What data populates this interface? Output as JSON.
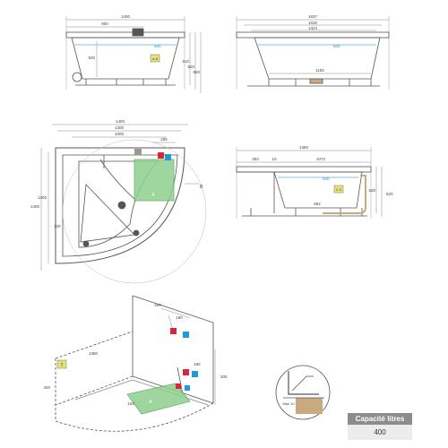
{
  "colors": {
    "line": "#555555",
    "dim": "#888888",
    "water": "#7fc7e6",
    "zone": "#5aa65a",
    "zone_fill": "#8fcf8f",
    "valve_red": "#d9263a",
    "valve_blue": "#1f9ad6",
    "marker": "#e8e27a",
    "sand": "#c8aa82"
  },
  "side_view_left": {
    "width": "1400",
    "sub_width": "800",
    "height": "500",
    "right_heights": [
      "610",
      "620",
      "650"
    ],
    "water_tag": "600",
    "marker_label": "A-B"
  },
  "side_view_right": {
    "outer": "1637",
    "widths": [
      "1530",
      "1424"
    ],
    "base": "1182",
    "water_tag": "600"
  },
  "plan_view": {
    "widths": [
      "1400",
      "1300",
      "1000",
      "295"
    ],
    "side_left": "1400",
    "side_inner": "1300",
    "left_dim": "720",
    "label_a": "A",
    "label_b": "B"
  },
  "section_view": {
    "width": "1380",
    "segments": [
      "303",
      "10",
      "1072"
    ],
    "depth": "962",
    "right_heights": [
      "630",
      "620"
    ],
    "water_tag": "600",
    "marker_label": "C-D"
  },
  "iso_view": {
    "dims": [
      "400",
      "1380",
      "400",
      "180",
      "200",
      "160",
      "180"
    ],
    "zone_label": "A",
    "marker_label": "T"
  },
  "detail": {
    "label": "Max 10"
  },
  "capacity": {
    "label": "Capacité litres",
    "value": "400"
  }
}
